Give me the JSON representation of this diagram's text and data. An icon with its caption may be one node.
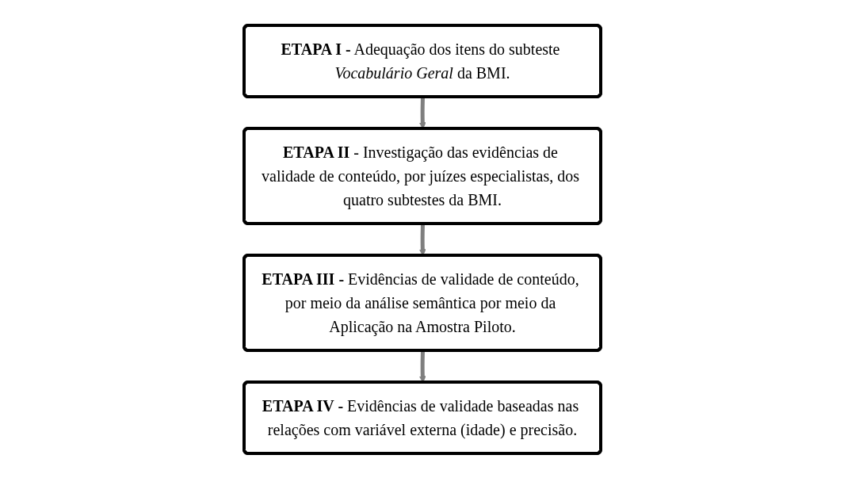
{
  "diagram": {
    "nodes": [
      {
        "text": [
          "**ETAPA I -** Adequação dos itens do subteste *Vocabulário Geral* da BMI."
        ]
      },
      {
        "text": [
          "**ETAPA II** - Investigação das evidências de validade de conteúdo, por juízes especialistas, dos quatro subtestes da BMI."
        ]
      },
      {
        "text": [
          "**ETAPA III -** Evidências de validade de conteúdo, por meio da análise semântica por meio da Aplicação na Amostra Piloto."
        ]
      },
      {
        "text": [
          "**ETAPA IV -** Evidências de validade baseadas nas relações com variável externa (idade) e precisão."
        ]
      }
    ],
    "edges": [
      {
        "from": 0,
        "to": 1,
        "arrow": "to"
      },
      {
        "from": 1,
        "to": 2,
        "arrow": "to"
      },
      {
        "from": 2,
        "to": 3,
        "arrow": "to"
      }
    ]
  }
}
